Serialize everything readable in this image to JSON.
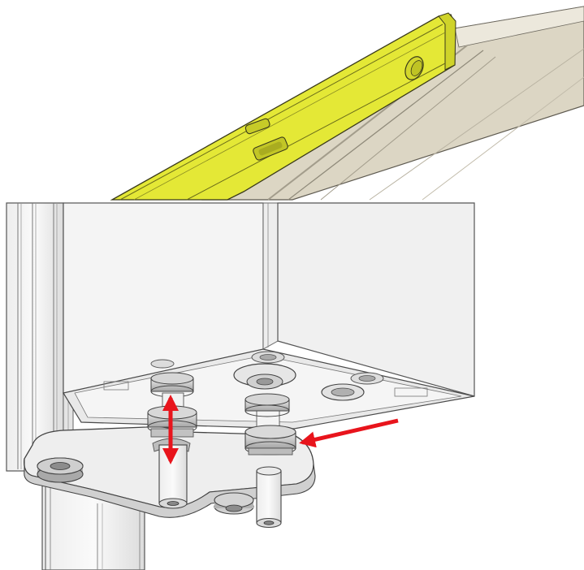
{
  "figure": {
    "panels": [
      {
        "name": "rail-detail-panel",
        "parts": [
          "yellow-bar",
          "rail"
        ]
      },
      {
        "name": "bracket-detail-panel",
        "parts": [
          "column-post",
          "box-housing",
          "mounting-plate",
          "spacer-bolts",
          "adjusting-nuts",
          "feet"
        ]
      }
    ],
    "annotations": [
      {
        "name": "height-adjustment-arrow",
        "kind": "double-arrow",
        "direction": "vertical"
      },
      {
        "name": "nut-indicator-arrow",
        "kind": "arrow",
        "direction": "left"
      }
    ]
  },
  "colors": {
    "highlight_yellow": "#e4e836",
    "rail_tan": "#dcd6c4",
    "metal_light": "#f1f1f1",
    "metal_mid": "#d2d2d2",
    "metal_dark": "#a9a9a9",
    "outline": "#4a4a4a",
    "arrow_red": "#e8141c"
  }
}
